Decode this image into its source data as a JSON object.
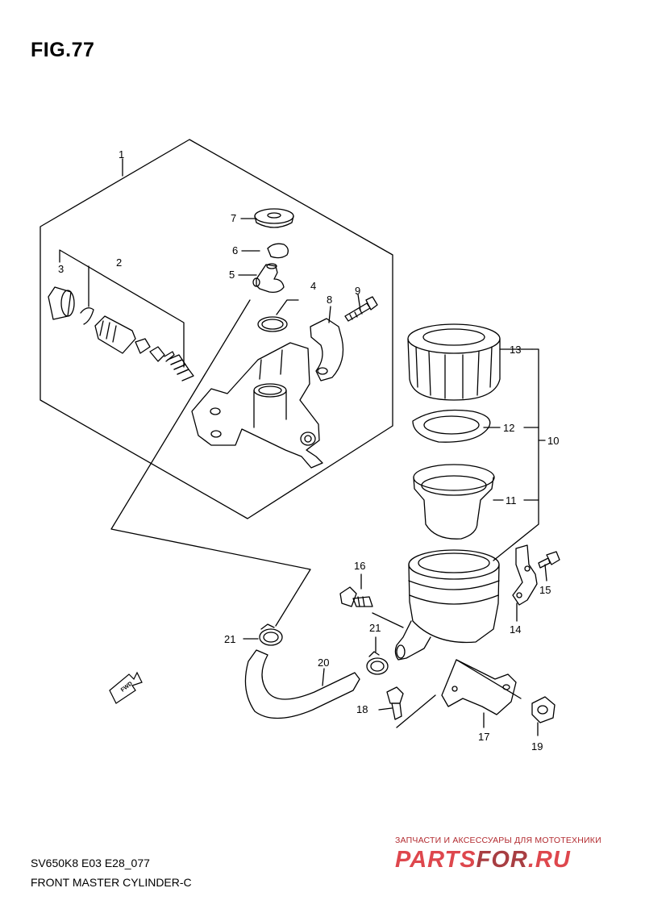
{
  "figure": {
    "title": "FIG.77",
    "model_code": "SV650K8 E03 E28_077",
    "name": "FRONT MASTER CYLINDER-C"
  },
  "callouts": {
    "c1": "1",
    "c2": "2",
    "c3": "3",
    "c4": "4",
    "c5": "5",
    "c6": "6",
    "c7": "7",
    "c8": "8",
    "c9": "9",
    "c10": "10",
    "c11": "11",
    "c12": "12",
    "c13": "13",
    "c14": "14",
    "c15": "15",
    "c16": "16",
    "c17": "17",
    "c18": "18",
    "c19": "19",
    "c20": "20",
    "c21a": "21",
    "c21b": "21"
  },
  "fwd_label": "FWD",
  "watermark": {
    "tagline": "ЗАПЧАСТИ И АКСЕССУАРЫ ДЛЯ МОТОТЕХНИКИ",
    "logo_a": "PARTS",
    "logo_b": "FOR",
    "logo_c": ".RU",
    "color": "#d9282f"
  }
}
